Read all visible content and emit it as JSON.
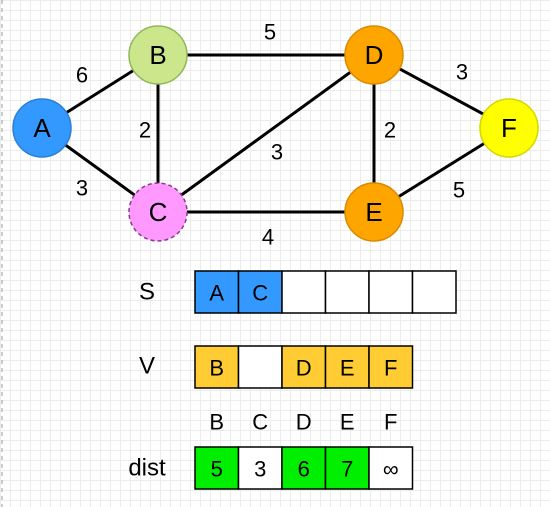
{
  "graph": {
    "nodes": [
      {
        "id": "A",
        "label": "A",
        "color": "#3399ff",
        "dashed": false
      },
      {
        "id": "B",
        "label": "B",
        "color": "#cce68c",
        "dashed": false
      },
      {
        "id": "C",
        "label": "C",
        "color": "#ff99ff",
        "dashed": true
      },
      {
        "id": "D",
        "label": "D",
        "color": "#ffa500",
        "dashed": false
      },
      {
        "id": "E",
        "label": "E",
        "color": "#ffa500",
        "dashed": false
      },
      {
        "id": "F",
        "label": "F",
        "color": "#ffff00",
        "dashed": false
      }
    ],
    "edges": [
      {
        "from": "A",
        "to": "B",
        "weight": "6"
      },
      {
        "from": "A",
        "to": "C",
        "weight": "3"
      },
      {
        "from": "B",
        "to": "C",
        "weight": "2"
      },
      {
        "from": "B",
        "to": "D",
        "weight": "5"
      },
      {
        "from": "C",
        "to": "D",
        "weight": "3"
      },
      {
        "from": "C",
        "to": "E",
        "weight": "4"
      },
      {
        "from": "D",
        "to": "E",
        "weight": "2"
      },
      {
        "from": "D",
        "to": "F",
        "weight": "3"
      },
      {
        "from": "E",
        "to": "F",
        "weight": "5"
      }
    ]
  },
  "tables": {
    "S": {
      "label": "S",
      "cells": [
        {
          "text": "A",
          "color": "#3399ff"
        },
        {
          "text": "C",
          "color": "#3399ff"
        },
        {
          "text": "",
          "color": "#ffffff"
        },
        {
          "text": "",
          "color": "#ffffff"
        },
        {
          "text": "",
          "color": "#ffffff"
        },
        {
          "text": "",
          "color": "#ffffff"
        }
      ]
    },
    "V": {
      "label": "V",
      "cells": [
        {
          "text": "B",
          "color": "#ffcc33"
        },
        {
          "text": "",
          "color": "#ffffff"
        },
        {
          "text": "D",
          "color": "#ffcc33"
        },
        {
          "text": "E",
          "color": "#ffcc33"
        },
        {
          "text": "F",
          "color": "#ffcc33"
        }
      ]
    },
    "dist": {
      "label": "dist",
      "headers": [
        "B",
        "C",
        "D",
        "E",
        "F"
      ],
      "cells": [
        {
          "text": "5",
          "color": "#00ee00"
        },
        {
          "text": "3",
          "color": "#ffffff"
        },
        {
          "text": "6",
          "color": "#00ee00"
        },
        {
          "text": "7",
          "color": "#00ee00"
        },
        {
          "text": "∞",
          "color": "#ffffff"
        }
      ]
    }
  }
}
